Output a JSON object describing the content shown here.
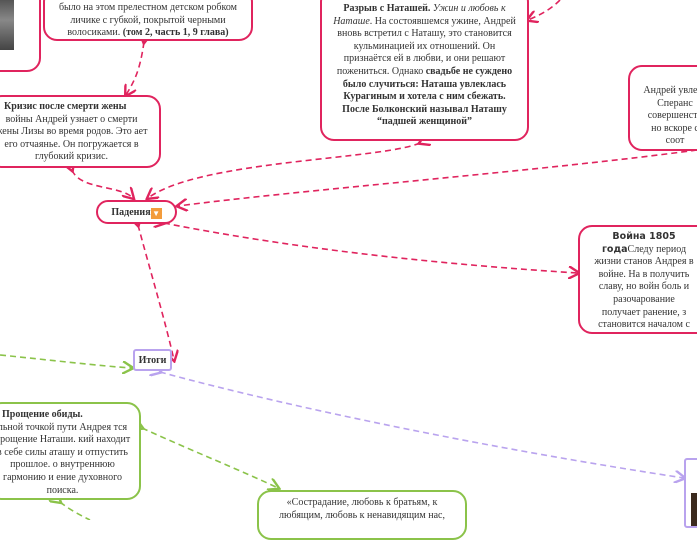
{
  "nodes": {
    "quote": {
      "text": "было на этом прелестном детском робком личике с губкой, покрытой черными волосиками.",
      "ref": "(том 2, часть 1, 9 глава)"
    },
    "crisis": {
      "title": "Кризис после смерти жены",
      "text": "войны Андрей узнает о смерти жены Лизы во время родов. Это ает его отчаянье. Он погружается в глубокий кризис."
    },
    "breakup": {
      "title": "Разрыв с Наташей.",
      "italic": "Ужин и любовь к Наташе",
      "text": ". На состоявшемся ужине, Андрей вновь встретил с Наташу, это становится кульминацией их отношений. Он признаётся ей в любви, и они решают пожениться. Однако",
      "bold": "свадьбе не суждено было случиться: Наташа увлеклась Курагиным и хотела с ним сбежать. После Болконский называл Наташу “падшей женщиной”"
    },
    "speransky": {
      "text": "Андрей увле В Сперанс совершенств но вскоре с соот"
    },
    "falls": {
      "label": "Падения"
    },
    "war": {
      "title": "Война 1805 года",
      "text": "Следу период жизни станов Андрея в войне. На в получить славу, но войн боль и разочарование получает ранение, з становится началом с кризиса."
    },
    "results": {
      "label": "Итоги"
    },
    "forgiveness": {
      "title": "Прощение обиды.",
      "text": "льной точкой пути Андрея тся прощение Наташи. кий находит в себе силы аташу и отпустить прошлое. о внутреннюю гармонию и ение духовного поиска."
    },
    "compassion": {
      "text": "«Сострадание, любовь к братьям, к любящим, любовь к ненавидящим нас,"
    }
  },
  "colors": {
    "pink": "#e0245e",
    "green": "#8bc34a",
    "purple": "#b9a3ee"
  },
  "icons": {
    "falls": "orange-down-triangle-icon"
  }
}
